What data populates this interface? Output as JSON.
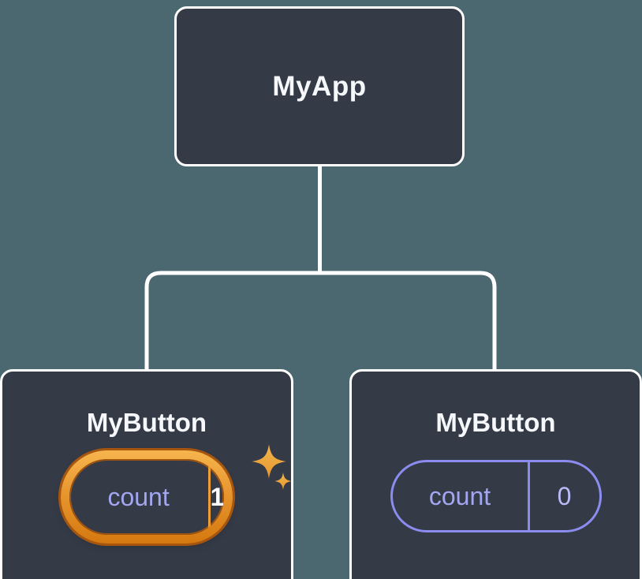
{
  "diagram": {
    "root": {
      "label": "MyApp"
    },
    "children": [
      {
        "label": "MyButton",
        "state": {
          "key": "count",
          "value": "1"
        },
        "highlighted": true
      },
      {
        "label": "MyButton",
        "state": {
          "key": "count",
          "value": "0"
        },
        "highlighted": false
      }
    ]
  },
  "colors": {
    "background": "#4b6770",
    "node_fill": "#343b47",
    "node_border": "#ffffff",
    "connector": "#ffffff",
    "accent_purple": "#8c8cf0",
    "text_lavender": "#a2a6f0",
    "highlight_orange": "#e8962f",
    "highlight_orange_dark": "#a8560e",
    "sparkle_gold": "#f3c14b"
  }
}
